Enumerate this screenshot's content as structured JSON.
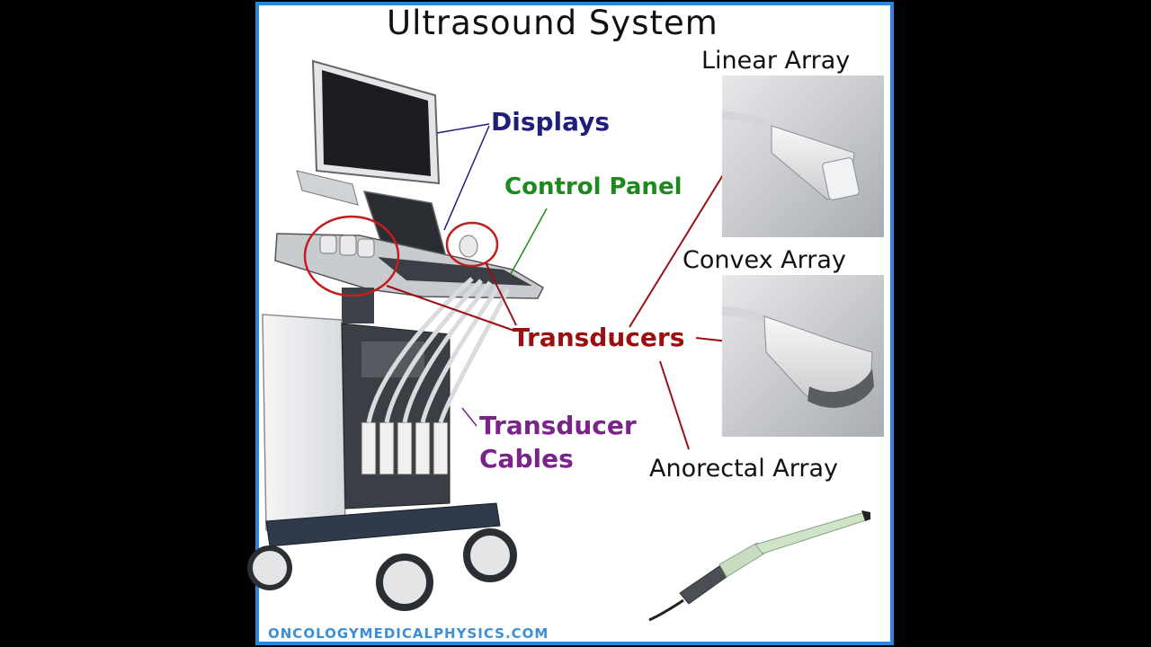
{
  "title": "Ultrasound System",
  "labels": {
    "displays": "Displays",
    "control_panel": "Control Panel",
    "transducers": "Transducers",
    "transducer_cables_line1": "Transducer",
    "transducer_cables_line2": "Cables"
  },
  "probes": {
    "linear": "Linear Array",
    "convex": "Convex Array",
    "anorectal": "Anorectal Array"
  },
  "footer": "ONCOLOGYMEDICALPHYSICS.COM",
  "colors": {
    "border": "#2f86d9",
    "displays": "#1f1f7a",
    "control_panel": "#1e8a1e",
    "transducers": "#9a1010",
    "cables": "#7a2388",
    "footer": "#3a8fd8"
  }
}
